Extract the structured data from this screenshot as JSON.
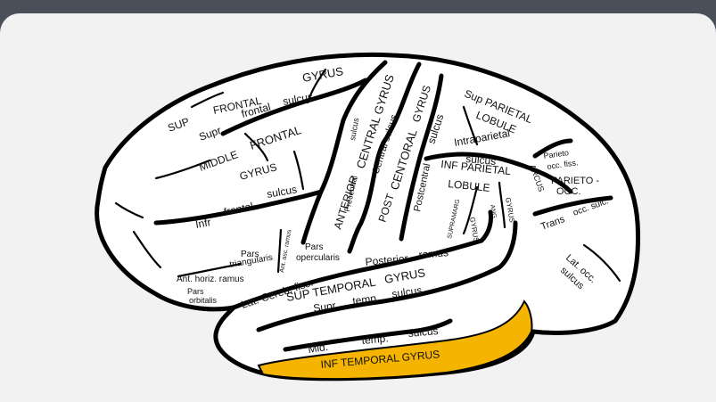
{
  "diagram": {
    "highlight_color": "#f5b400",
    "labels": {
      "gyrus_top": "GYRUS",
      "frontal": "FRONTAL",
      "sup": "SUP",
      "sulcus_1": "sulcus",
      "frontal_lower": "frontal",
      "supr": "Supr",
      "frontal_middle": "FRONTAL",
      "middle": "MIDDLE",
      "gyrus_middle": "GYRUS",
      "sulcus_infr": "sulcus",
      "frontal_infr": "frontal",
      "infr": "Infr",
      "central_gyrus": "CENTRAL GYRUS",
      "sulcus_vert": "sulcus",
      "central_sulcus": "Central sulcus",
      "precentral": "Precentral",
      "anterior": "ANTERIOR",
      "gyrus_post": "GYRUS",
      "centoral": "CENTORAL",
      "post": "POST",
      "sulcus_post": "sulcus",
      "postcentral": "Postcentral",
      "sup_parietal": "Sup PARIETAL",
      "lobule_sup": "LOBULE",
      "intraparietal": "Intraparietal",
      "sulcus_intra": "sulcus",
      "inf_parietal": "INF PARIETAL",
      "lobule_inf": "LOBULE",
      "parieto": "Parieto",
      "occ_fiss": "occ. fiss.",
      "arcus": "ARCUS",
      "parieto_occ": "PARIETO -",
      "occ": "OCC.",
      "trans": "Trans",
      "occ_sulc": "occ. sulc.",
      "lat_occ": "Lat. occ.",
      "sulcus_lat_occ": "sulcus",
      "supramarg": "SUPRAMARG",
      "gyrus_supramarg": "GYRUS",
      "ang": "ANG",
      "gyrus_ang": "GYRUS",
      "pars_tri": "Pars",
      "triangularis": "triangularis",
      "ant_asc_ramus": "Ant. asc. ramus",
      "pars_oper": "Pars",
      "opercularis": "opercularis",
      "ant_horiz_ramus": "Ant. horiz. ramus",
      "pars_orb": "Pars",
      "orbitalis": "orbitalis",
      "lat_cereb_fiss": "Lat. Cereb. fiss.",
      "posterior": "Posterior",
      "ramus": "ramus",
      "sup_temporal": "SUP  TEMPORAL",
      "gyrus_sup_temporal": "GYRUS",
      "supr_temp": "Supr",
      "temp": "temp.",
      "sulcus_temp": "sulcus",
      "mid": "Mid.",
      "temp_mid": "temp.",
      "sulcus_mid": "sulcus",
      "inf_temporal_gyrus": "INF  TEMPORAL GYRUS"
    }
  }
}
